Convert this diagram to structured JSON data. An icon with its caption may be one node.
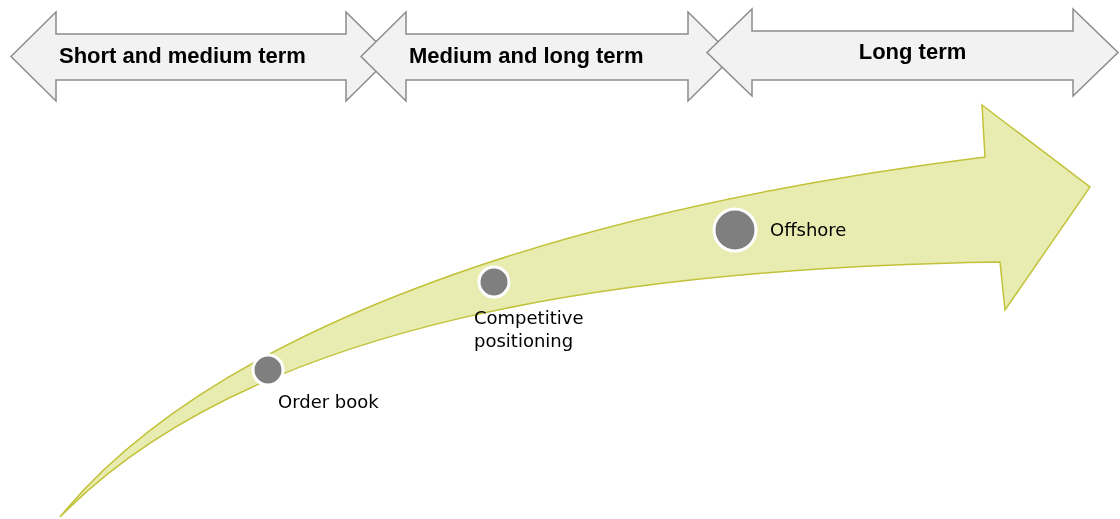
{
  "diagram": {
    "nodes": [
      {
        "text": [
          "Short and medium term"
        ]
      },
      {
        "text": [
          "Medium and long term"
        ]
      },
      {
        "text": [
          "Long term"
        ]
      },
      {
        "text": [],
        "shape": "arrow"
      },
      {
        "text": [],
        "shape": "circle",
        "in": 3,
        "beside": [
          "Order book"
        ]
      },
      {
        "text": [],
        "shape": "circle",
        "in": 3,
        "beside": [
          "Competitive positioning"
        ]
      },
      {
        "text": [],
        "shape": "circle",
        "in": 3,
        "beside": [
          "Offshore"
        ]
      }
    ]
  }
}
